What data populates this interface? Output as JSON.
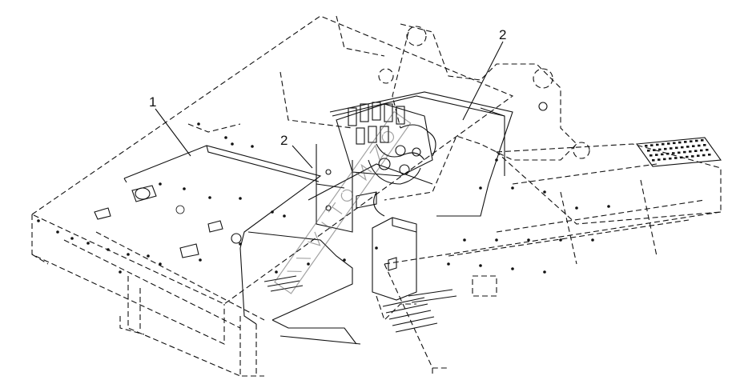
{
  "callouts": [
    {
      "label": "1"
    },
    {
      "label": "2"
    },
    {
      "label": "2"
    }
  ],
  "colors": {
    "line": "#111111",
    "background": "#ffffff"
  }
}
